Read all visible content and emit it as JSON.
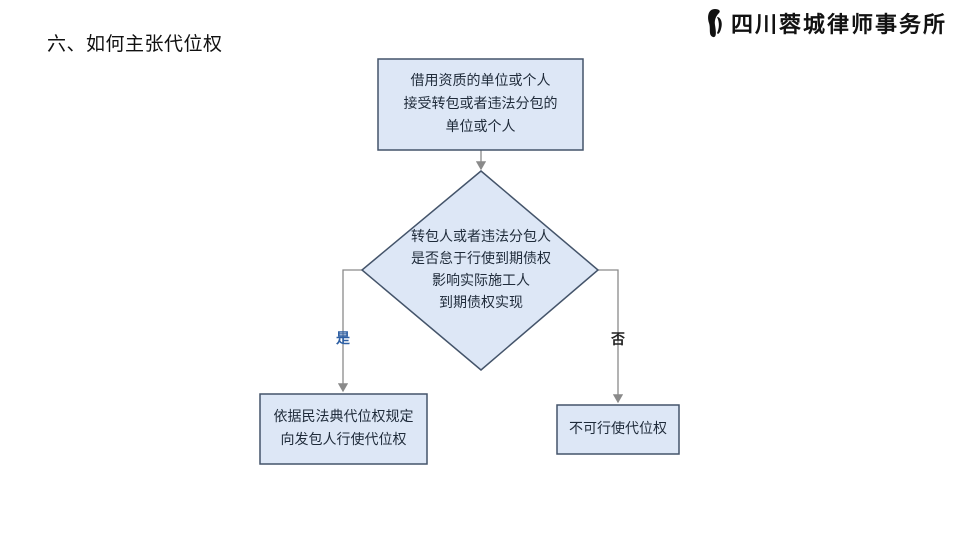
{
  "slide": {
    "title": "六、如何主张代位权"
  },
  "logo": {
    "text": "四川蓉城律师事务所",
    "icon": "firm-logo-icon"
  },
  "flowchart": {
    "start_box": {
      "lines": [
        "借用资质的单位或个人",
        "接受转包或者违法分包的",
        "单位或个人"
      ]
    },
    "decision": {
      "lines": [
        "转包人或者违法分包人",
        "是否怠于行使到期债权",
        "影响实际施工人",
        "到期债权实现"
      ]
    },
    "yes_label": "是",
    "no_label": "否",
    "yes_box": {
      "lines": [
        "依据民法典代位权规定",
        "向发包人行使代位权"
      ]
    },
    "no_box": {
      "lines": [
        "不可行使代位权"
      ]
    }
  },
  "colors": {
    "box_fill": "#dde7f6",
    "box_border": "#44546a",
    "line": "#8a8a8a",
    "yes_label": "#2e5fa3",
    "no_label": "#222222"
  }
}
